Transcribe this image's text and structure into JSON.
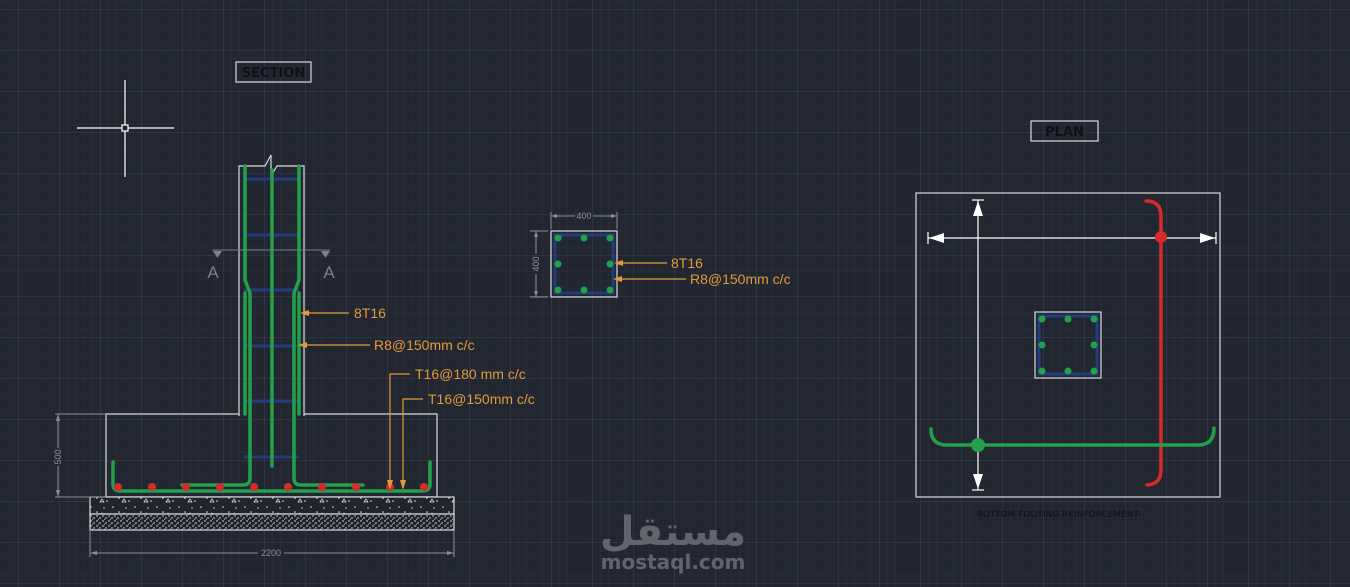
{
  "drawing": {
    "background": "#212630",
    "colors": {
      "outline": "#d9dadc",
      "main_rebar": "#22a04b",
      "stirrup": "#233c7c",
      "bottom_bar_section": "#d42b2b",
      "plan_red_bar": "#d42b2b",
      "annotation": "#e49a3a",
      "dimension": "#8b8f96",
      "section_mark": "#7d8188"
    },
    "icons": {
      "crosshair": "crosshair-cursor-icon"
    }
  },
  "section": {
    "title": "SECTION",
    "section_mark_left": "A",
    "section_mark_right": "A",
    "annotations": {
      "column_bars": "8T16",
      "stirrups": "R8@150mm c/c",
      "footing_bar_1": "T16@180 mm c/c",
      "footing_bar_2": "T16@150mm c/c"
    },
    "dimensions": {
      "footing_depth": "500",
      "footing_width": "2200"
    },
    "bottom_bar_count": 10
  },
  "column_section": {
    "width_dim": "400",
    "height_dim": "400",
    "annotations": {
      "bars": "8T16",
      "stirrups": "R8@150mm c/c"
    },
    "bar_count": 8
  },
  "plan": {
    "title": "PLAN",
    "caption": "BOTTOM FOOTING REINFORCEMENT",
    "column_bar_count": 8
  },
  "watermark": {
    "arabic": "مستقل",
    "latin": "mostaql.com"
  }
}
